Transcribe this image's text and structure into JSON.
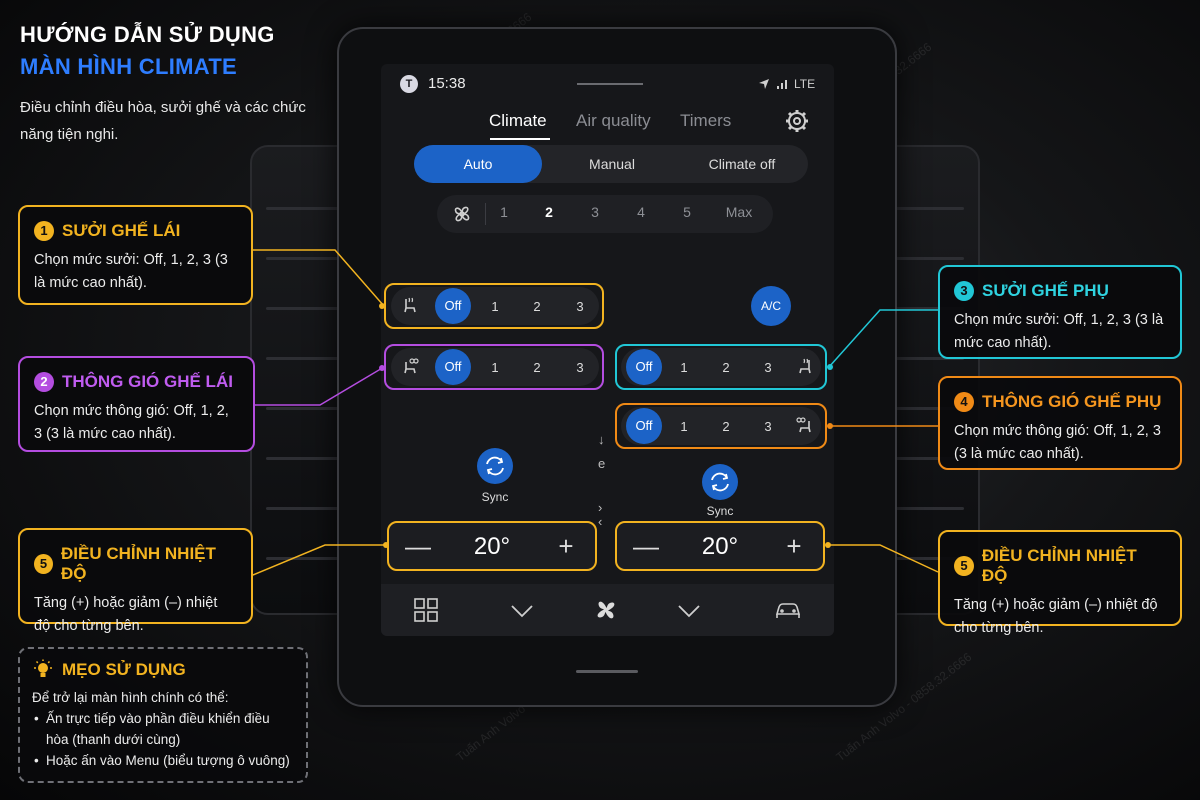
{
  "heading": {
    "line1": "HƯỚNG DẪN SỬ DỤNG",
    "line2": "MÀN HÌNH CLIMATE",
    "intro": "Điều chỉnh điều hòa, sưởi ghế và các chức năng tiện nghi."
  },
  "status_bar": {
    "avatar": "T",
    "time": "15:38",
    "network": "LTE"
  },
  "tabs": [
    {
      "label": "Climate",
      "active": true
    },
    {
      "label": "Air quality",
      "active": false
    },
    {
      "label": "Timers",
      "active": false
    }
  ],
  "modes": [
    {
      "label": "Auto",
      "active": true
    },
    {
      "label": "Manual",
      "active": false
    },
    {
      "label": "Climate off",
      "active": false
    }
  ],
  "fan_speeds": {
    "options": [
      "1",
      "2",
      "3",
      "4",
      "5",
      "Max"
    ],
    "selected": "2"
  },
  "seat_controls": {
    "levels": [
      "Off",
      "1",
      "2",
      "3"
    ],
    "ac_label": "A/C"
  },
  "sync": {
    "label": "Sync"
  },
  "temperature": {
    "left": "20°",
    "right": "20°",
    "minus": "—",
    "plus": "+"
  },
  "callouts": {
    "driver_heat": {
      "num": "1",
      "title": "SƯỞI GHẾ LÁI",
      "body": "Chọn mức sưởi: Off, 1, 2, 3 (3 là mức cao nhất)."
    },
    "driver_vent": {
      "num": "2",
      "title": "THÔNG GIÓ GHẾ LÁI",
      "body": "Chọn mức thông gió: Off, 1, 2, 3 (3 là mức cao nhất)."
    },
    "passenger_heat": {
      "num": "3",
      "title": "SƯỞI GHẾ PHỤ",
      "body": "Chọn mức sưởi: Off, 1, 2, 3 (3 là mức cao nhất)."
    },
    "passenger_vent": {
      "num": "4",
      "title": "THÔNG GIÓ GHẾ PHỤ",
      "body": "Chọn mức thông gió: Off, 1, 2, 3 (3 là mức cao nhất)."
    },
    "temp_left": {
      "num": "5",
      "title": "ĐIỀU CHỈNH NHIỆT ĐỘ",
      "body": "Tăng (+) hoặc giảm (–) nhiệt độ cho từng bên."
    },
    "temp_right": {
      "num": "5",
      "title": "ĐIỀU CHỈNH NHIỆT ĐỘ",
      "body": "Tăng (+) hoặc giảm (–) nhiệt độ cho từng bên."
    }
  },
  "tip": {
    "title": "MẸO SỬ DỤNG",
    "intro": "Để trở lại màn hình chính có thể:",
    "items": [
      "Ấn trực tiếp vào phần điều khiển điều hòa (thanh dưới cùng)",
      "Hoặc ấn vào Menu (biểu tượng ô vuông)"
    ]
  },
  "watermark": "Tuấn Anh Volvo - 0858.32.6666",
  "colors": {
    "accent_blue": "#1c63c7",
    "title_blue": "#2e7dff",
    "yellow": "#f2b320",
    "purple": "#b44de0",
    "cyan": "#21c7d6",
    "orange": "#f08a16"
  }
}
